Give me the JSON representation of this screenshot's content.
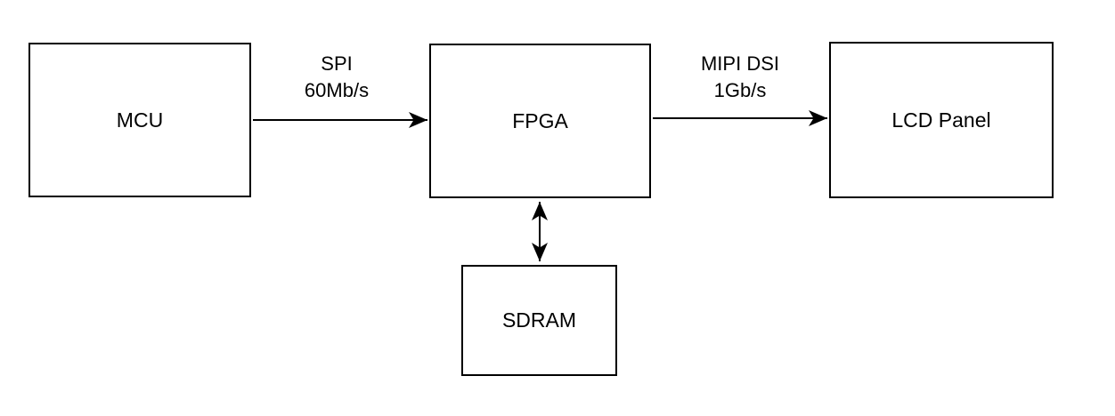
{
  "diagram": {
    "background": "#ffffff",
    "stroke_color": "#000000",
    "text_color": "#000000",
    "nodes": {
      "mcu": {
        "label": "MCU"
      },
      "fpga": {
        "label": "FPGA"
      },
      "lcd_panel": {
        "label": "LCD Panel"
      },
      "sdram": {
        "label": "SDRAM"
      }
    },
    "edges": {
      "mcu_to_fpga": {
        "from": "MCU",
        "to": "FPGA",
        "arrow": "unidirectional",
        "protocol": "SPI",
        "bandwidth": "60Mb/s"
      },
      "fpga_to_lcd": {
        "from": "FPGA",
        "to": "LCD Panel",
        "arrow": "unidirectional",
        "protocol": "MIPI DSI",
        "bandwidth": "1Gb/s"
      },
      "fpga_to_sdram": {
        "from": "FPGA",
        "to": "SDRAM",
        "arrow": "bidirectional",
        "protocol": "",
        "bandwidth": ""
      }
    }
  }
}
